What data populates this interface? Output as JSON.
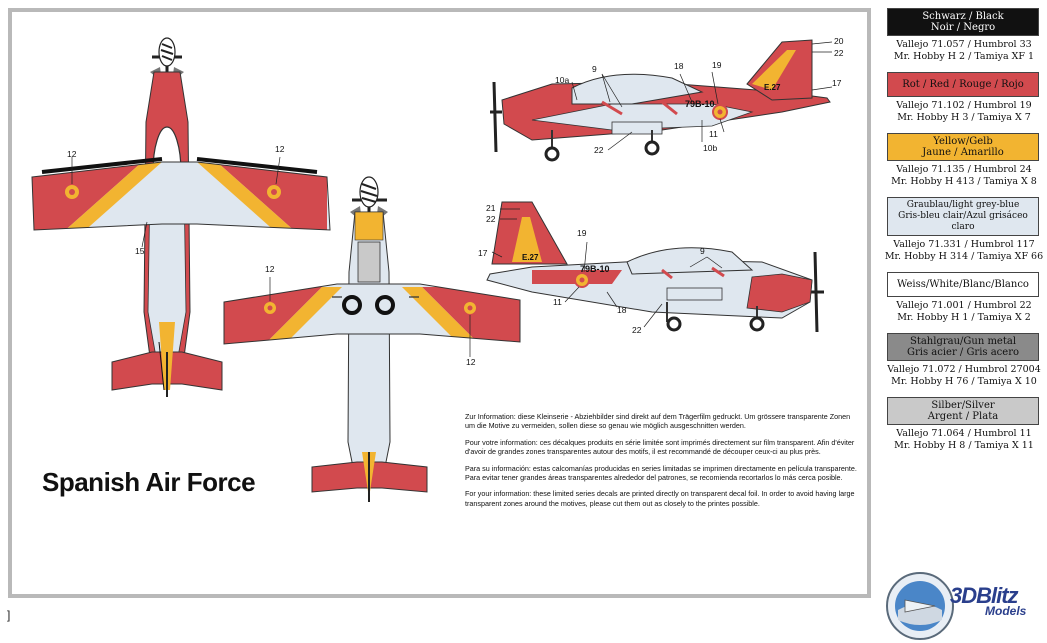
{
  "title": "Spanish Air Force",
  "info_paragraphs": [
    "Zur Information: diese Kleinserie - Abziehbilder sind direkt auf dem Trägerfilm gedruckt. Um grössere transparente Zonen um die Motive zu vermeiden, sollen diese so genau wie möglich ausgeschnitten werden.",
    "Pour votre information: ces décalques produits en série limitée sont imprimés directement sur film transparent. Afin d'éviter d'avoir de grandes zones transparentes autour des motifs, il est recommandé de découper ceux-ci au plus près.",
    "Para su información: estas calcomanías producidas en series limitadas se imprimen directamente en película transparente. Para evitar tener grandes áreas transparentes alrededor del patrones, se recomienda recortarlos lo más cerca posible.",
    "For your information: these limited series decals are printed directly on transparent decal foil. In order to avoid having large transparent zones around the motives, please cut them out as closely to the printes possible."
  ],
  "callouts": {
    "c12a": "12",
    "c12b": "12",
    "c12c": "12",
    "c12d": "12",
    "c15": "15",
    "c20": "20",
    "c22a": "22",
    "c17a": "17",
    "c19a": "19",
    "c18a": "18",
    "c9a": "9",
    "c10a": "10a",
    "c11a": "11",
    "c10b": "10b",
    "c22b": "22",
    "c21": "21",
    "c22c": "22",
    "c17b": "17",
    "c19b": "19",
    "c9b": "9",
    "c11b": "11",
    "c18b": "18",
    "c22d": "22"
  },
  "markings": {
    "serial_top": "79B-10",
    "serial_bottom": "79B-10",
    "tail_code": "E.27"
  },
  "corner_mark": "]",
  "palette": [
    {
      "swatch": [
        "Schwarz / Black",
        "Noir / Negro"
      ],
      "refs": [
        "Vallejo 71.057 / Humbrol 33",
        "Mr. Hobby H 2 / Tamiya XF 1"
      ],
      "color": "#111111"
    },
    {
      "swatch": [
        "Rot / Red / Rouge / Rojo"
      ],
      "refs": [
        "Vallejo 71.102 / Humbrol 19",
        "Mr. Hobby H 3 / Tamiya X 7"
      ],
      "color": "#d24a4e"
    },
    {
      "swatch": [
        "Yellow/Gelb",
        "Jaune / Amarillo"
      ],
      "refs": [
        "Vallejo 71.135 / Humbrol 24",
        "Mr. Hobby H 413 / Tamiya X 8"
      ],
      "color": "#f2b431"
    },
    {
      "swatch": [
        "Graublau/light grey-blue",
        "Gris-bleu clair/Azul grisáceo claro"
      ],
      "refs": [
        "Vallejo 71.331 / Humbrol 117",
        "Mr. Hobby H 314 / Tamiya XF 66"
      ],
      "color": "#dfe7ef"
    },
    {
      "swatch": [
        "Weiss/White/Blanc/Blanco"
      ],
      "refs": [
        "Vallejo 71.001 / Humbrol 22",
        "Mr. Hobby H 1 / Tamiya X 2"
      ],
      "color": "#ffffff"
    },
    {
      "swatch": [
        "Stahlgrau/Gun metal",
        "Gris acier / Gris acero"
      ],
      "refs": [
        "Vallejo 71.072 / Humbrol 27004",
        "Mr. Hobby H 76 / Tamiya X 10"
      ],
      "color": "#8a8a8a"
    },
    {
      "swatch": [
        "Silber/Silver",
        "Argent / Plata"
      ],
      "refs": [
        "Vallejo 71.064 / Humbrol 11",
        "Mr. Hobby H 8 / Tamiya X 11"
      ],
      "color": "#c9c9c9"
    }
  ],
  "logo": {
    "brand": "3DBlitz",
    "sub": "Models"
  }
}
